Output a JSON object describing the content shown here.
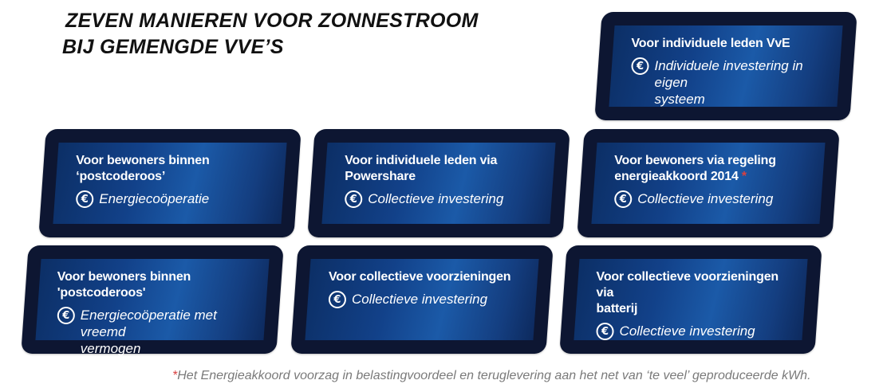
{
  "title": {
    "line1": "ZEVEN MANIEREN VOOR ZONNESTROOM",
    "line2": "BIJ GEMENGDE VVE’S"
  },
  "icon": "euro-icon",
  "colors": {
    "frame": "#0d1632",
    "panel": "#1b5aa8",
    "text": "#ffffff",
    "accent_red": "#d94040",
    "footnote": "#7a7a7a"
  },
  "cards": [
    {
      "heading": "Voor individuele leden VvE",
      "investment": "Individuele investering in eigen\nsysteem"
    },
    {
      "heading": "Voor bewoners binnen ‘postcoderoos’",
      "investment": "Energiecoöperatie"
    },
    {
      "heading": "Voor individuele leden via\nPowershare",
      "investment": "Collectieve investering"
    },
    {
      "heading": "Voor bewoners via regeling\nenergieakkoord 2014",
      "star": "*",
      "investment": "Collectieve investering"
    },
    {
      "heading": "Voor bewoners binnen 'postcoderoos'",
      "investment": "Energiecoöperatie met vreemd\nvermogen"
    },
    {
      "heading": "Voor collectieve voorzieningen",
      "investment": "Collectieve investering"
    },
    {
      "heading": "Voor collectieve voorzieningen via\nbatterij",
      "investment": "Collectieve investering"
    }
  ],
  "footnote": {
    "star": "*",
    "text": "Het Energieakkoord voorzag in belastingvoordeel en teruglevering aan het net van ‘te veel’ geproduceerde kWh."
  }
}
